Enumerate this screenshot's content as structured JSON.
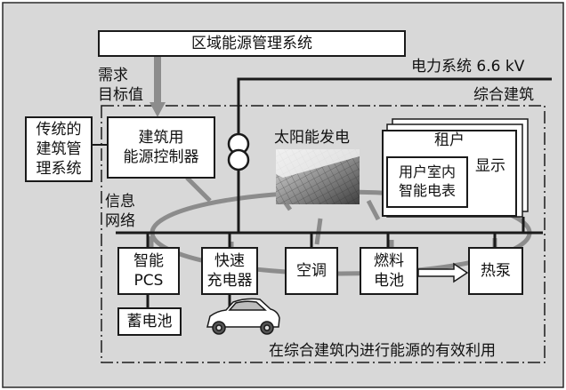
{
  "labels": {
    "system_title": "区域能源管理系统",
    "demand_target": "需求\n目标值",
    "grid": "电力系统 6.6 kV",
    "building": "综合建筑",
    "legacy_bms": "传统的\n建筑管\n理系统",
    "controller": "建筑用\n能源控制器",
    "solar": "太阳能发电",
    "tenant": "租户",
    "smart_meter": "用户室内\n智能电表",
    "display": "显示",
    "info_network": "信息\n网络",
    "pcs": "智能\nPCS",
    "charger": "快速\n充电器",
    "aircon": "空调",
    "fuel_cell": "燃料\n电池",
    "heat_pump": "热泵",
    "battery": "蓄电池",
    "footer": "在综合建筑内进行能源的有效利用"
  },
  "colors": {
    "background": "#d8d8d8",
    "line": "#1a1a1a",
    "network": "#8c8c8c",
    "box": "#ffffff"
  },
  "icons": [
    "transformer-icon",
    "solar-panel-photo",
    "display-screen-icon",
    "car-icon"
  ]
}
